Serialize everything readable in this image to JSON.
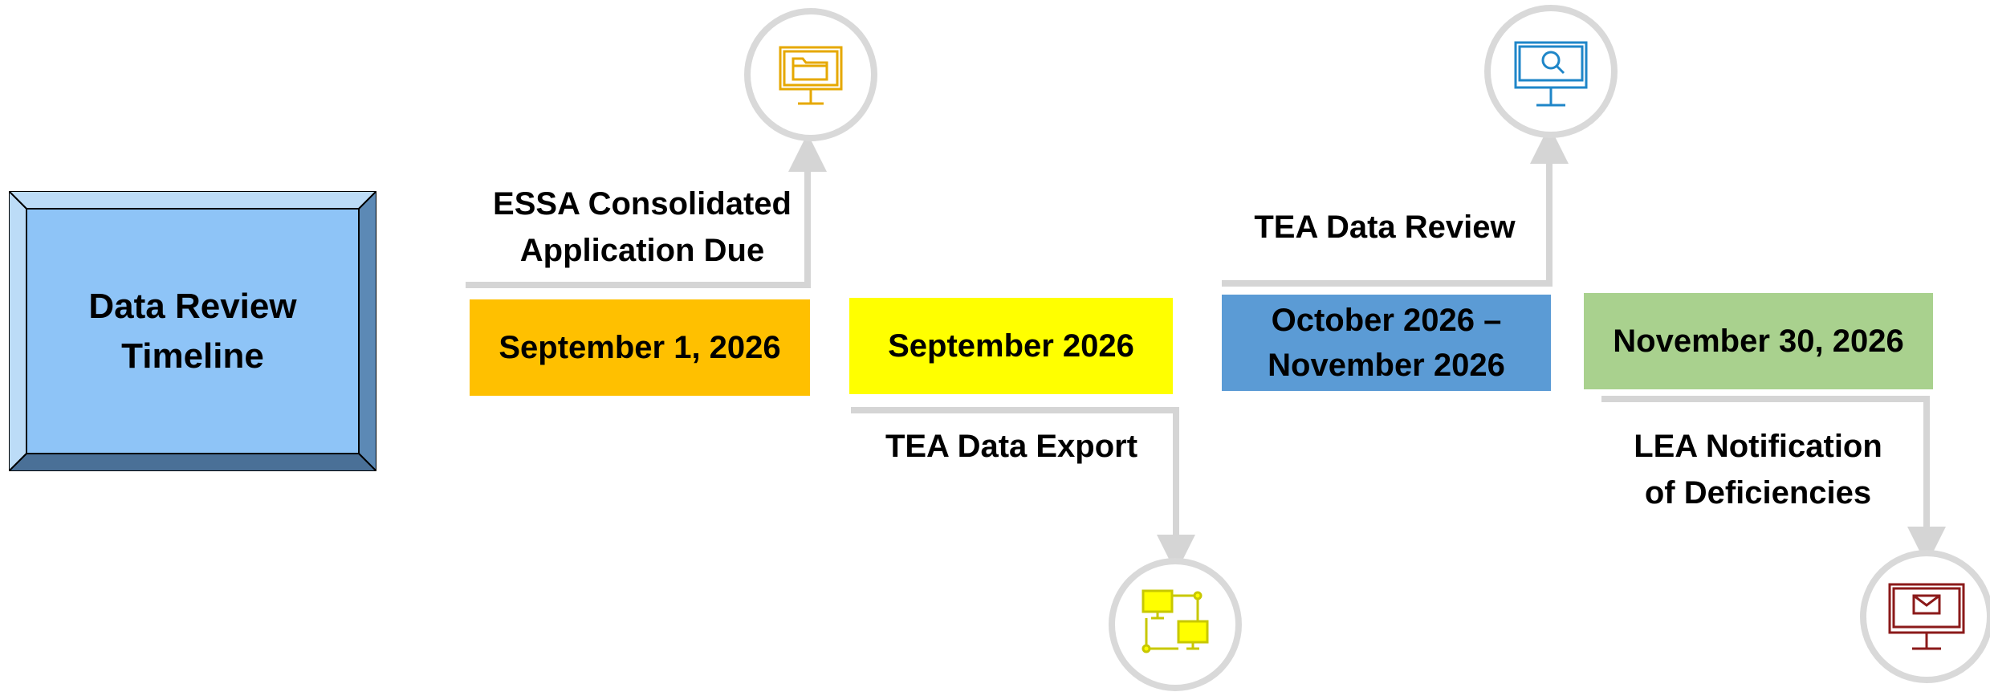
{
  "title": "Data Review\nTimeline",
  "colors": {
    "frame_fill": "#8ec4f7",
    "frame_bevel_top": "#bcdcf7",
    "frame_bevel_side": "#5c89b5",
    "frame_bevel_bottom": "#4a7097",
    "connector": "#d5d5d5",
    "circle_border": "#d9d9d9"
  },
  "milestones": [
    {
      "date": "September 1, 2026",
      "event": "ESSA Consolidated\nApplication Due",
      "box_color": "#ffc000",
      "icon": "folder-monitor-icon",
      "icon_color": "#e6a800"
    },
    {
      "date": "September 2026",
      "event": "TEA Data Export",
      "box_color": "#ffff00",
      "icon": "network-monitors-icon",
      "icon_color": "#e6e600"
    },
    {
      "date": "October 2026 –\nNovember 2026",
      "event": "TEA Data Review",
      "box_color": "#5b9bd5",
      "icon": "search-monitor-icon",
      "icon_color": "#1f86c8"
    },
    {
      "date": "November 30, 2026",
      "event": "LEA Notification\nof Deficiencies",
      "box_color": "#a9d18e",
      "icon": "mail-monitor-icon",
      "icon_color": "#8b1a1a"
    }
  ]
}
